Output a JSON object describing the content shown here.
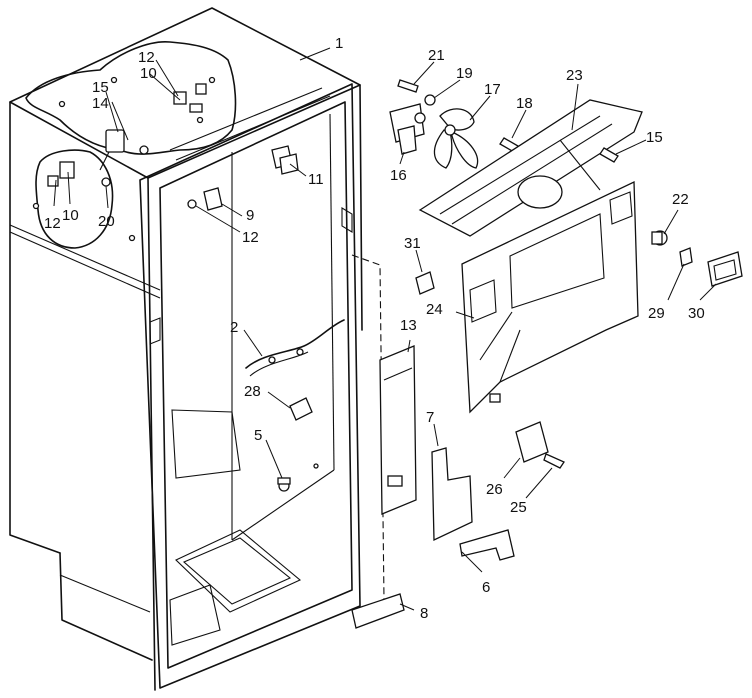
{
  "callouts": {
    "c1": "1",
    "c2": "2",
    "c5": "5",
    "c6": "6",
    "c7": "7",
    "c8": "8",
    "c9": "9",
    "c10a": "10",
    "c10b": "10",
    "c11": "11",
    "c12a": "12",
    "c12b": "12",
    "c12c": "12",
    "c13": "13",
    "c14": "14",
    "c15a": "15",
    "c15b": "15",
    "c16": "16",
    "c17": "17",
    "c18": "18",
    "c19": "19",
    "c20": "20",
    "c21": "21",
    "c22": "22",
    "c23": "23",
    "c24": "24",
    "c25": "25",
    "c26": "26",
    "c28": "28",
    "c29": "29",
    "c30": "30",
    "c31": "31"
  }
}
